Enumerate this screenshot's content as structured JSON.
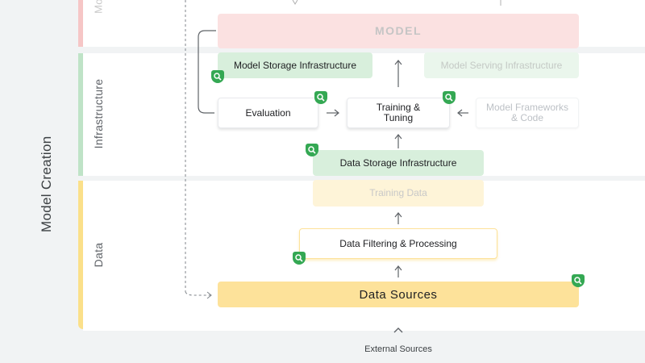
{
  "title": "Model Creation",
  "sections": {
    "top_partial": "Mo",
    "infrastructure": "Infrastructure",
    "data": "Data"
  },
  "boxes": {
    "model": "MODEL",
    "model_storage": "Model Storage Infrastructure",
    "model_serving": "Model Serving Infrastructure",
    "evaluation": "Evaluation",
    "training_tuning": "Training &\nTuning",
    "model_frameworks": "Model Frameworks\n& Code",
    "data_storage": "Data Storage Infrastructure",
    "training_data": "Training Data",
    "data_filtering": "Data Filtering & Processing",
    "data_sources": "Data Sources"
  },
  "footer": {
    "external_sources": "External Sources"
  },
  "colors": {
    "red_light": "#fbe1e1",
    "green_light": "#d8efdc",
    "yellow": "#fde29a",
    "yellow_light": "#fef4d8",
    "badge_green": "#34a853"
  },
  "icons": [
    "search-shield-icon",
    "arrow-icon",
    "chevron-up-icon"
  ]
}
